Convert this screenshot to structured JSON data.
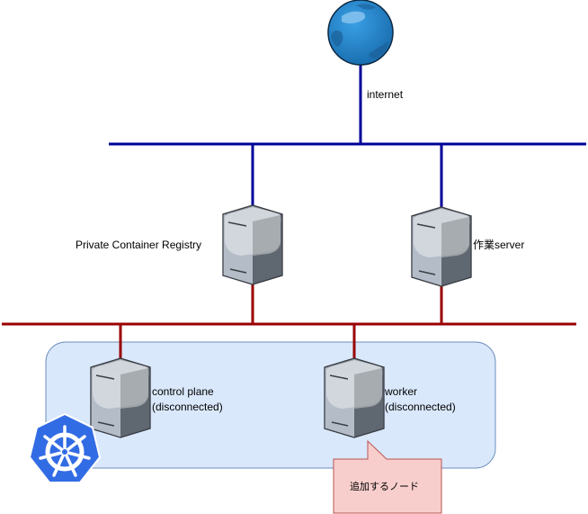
{
  "diagram": {
    "internet": {
      "label": "internet",
      "icon": "globe-icon"
    },
    "networks": {
      "external": {
        "name": "external-network",
        "color": "#000099"
      },
      "internal": {
        "name": "internal-network",
        "color": "#990000"
      }
    },
    "servers": {
      "registry": {
        "label": "Private Container Registry"
      },
      "work_server": {
        "label": "作業server"
      },
      "control_plane": {
        "label_line1": "control plane",
        "label_line2": "(disconnected)"
      },
      "worker": {
        "label_line1": "worker",
        "label_line2": "(disconnected)"
      }
    },
    "cluster": {
      "fill": "#dae8fc",
      "stroke": "#6c8ebf",
      "logo": "kubernetes-logo-icon",
      "logo_color": "#326ce5"
    },
    "callout": {
      "text": "追加するノード",
      "fill": "#f8cecc",
      "stroke": "#b85450"
    }
  }
}
